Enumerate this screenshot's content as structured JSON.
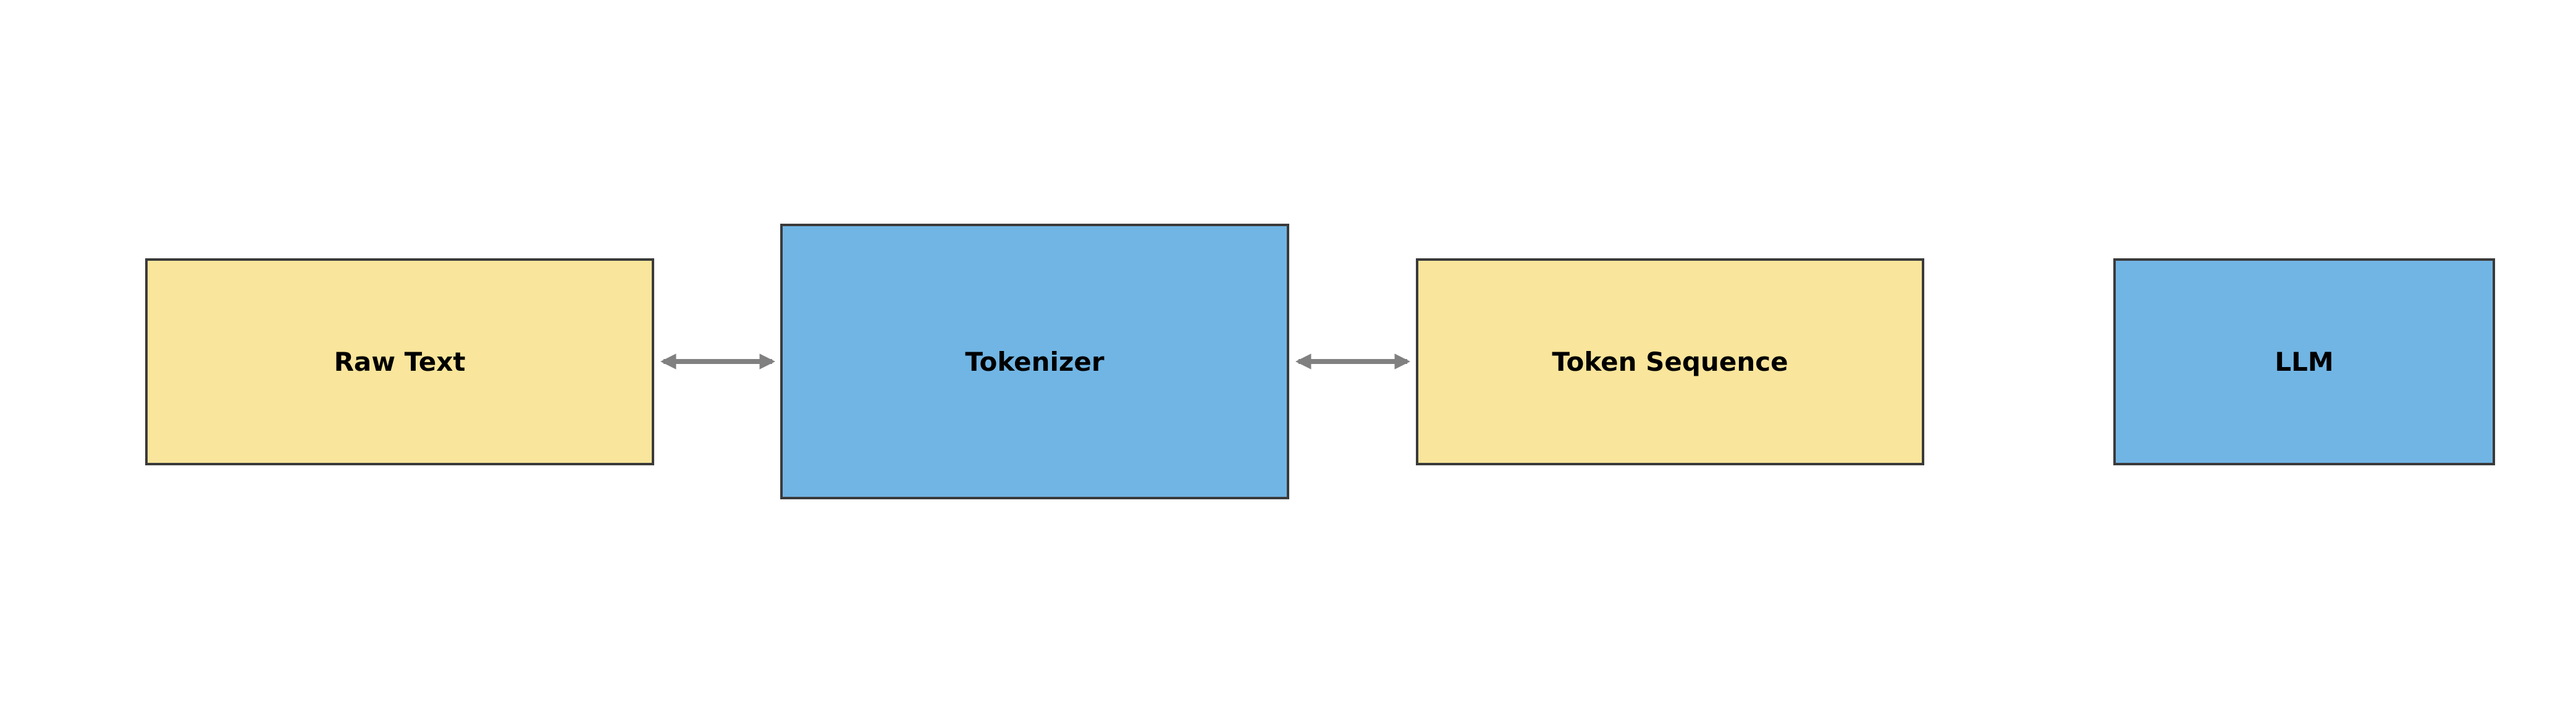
{
  "nodes": [
    {
      "id": "raw-text",
      "label": "Raw Text",
      "color": "#f9e59b"
    },
    {
      "id": "tokenizer",
      "label": "Tokenizer",
      "color": "#71b5e4"
    },
    {
      "id": "token-sequence",
      "label": "Token Sequence",
      "color": "#f9e59b"
    },
    {
      "id": "llm",
      "label": "LLM",
      "color": "#71b5e4"
    }
  ],
  "edges": [
    {
      "from": "raw-text",
      "to": "tokenizer",
      "direction": "bidirectional"
    },
    {
      "from": "tokenizer",
      "to": "token-sequence",
      "direction": "bidirectional"
    }
  ],
  "colors": {
    "input_output_fill": "#f9e59b",
    "processor_fill": "#71b5e4",
    "border": "#3a3a3a",
    "arrow": "#808080"
  }
}
